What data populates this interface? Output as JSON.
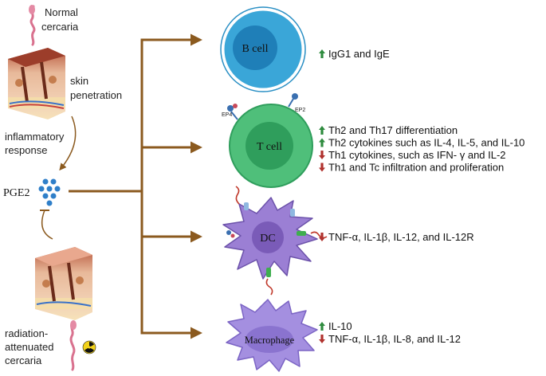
{
  "left": {
    "normal_label_1": "Normal",
    "normal_label_2": "cercaria",
    "skin_label_1": "skin",
    "skin_label_2": "penetration",
    "inflam_label_1": "inflammatory",
    "inflam_label_2": "response",
    "pge2_label": "PGE2",
    "rad_label_1": "radiation-",
    "rad_label_2": "attenuated",
    "rad_label_3": "cercaria"
  },
  "cells": {
    "b": {
      "label": "B cell",
      "effects": [
        {
          "dir": "up",
          "text": "IgG1 and IgE"
        }
      ]
    },
    "t": {
      "label": "T cell",
      "receptor_left": "EP4",
      "receptor_right": "EP2",
      "effects": [
        {
          "dir": "up",
          "text": "Th2 and Th17 differentiation"
        },
        {
          "dir": "up",
          "text": "Th2 cytokines such as IL-4, IL-5, and IL-10"
        },
        {
          "dir": "down",
          "text": "Th1 cytokines, such as IFN- γ and IL-2"
        },
        {
          "dir": "down",
          "text": "Th1 and Tc infiltration and proliferation"
        }
      ]
    },
    "dc": {
      "label": "DC",
      "effects": [
        {
          "dir": "down",
          "text": "TNF-α, IL-1β, IL-12, and IL-12R"
        }
      ]
    },
    "mac": {
      "label": "Macrophage",
      "effects": [
        {
          "dir": "up",
          "text": "IL-10"
        },
        {
          "dir": "down",
          "text": "TNF-α, IL-1β, IL-8, and IL-12"
        }
      ]
    }
  },
  "colors": {
    "arrow": "#8b5a1f",
    "up": "#2e8b3e",
    "down": "#b0322e",
    "b_outer": "#3aa6d8",
    "b_inner": "#1f7fb8",
    "t_outer": "#4fbf7a",
    "t_inner": "#2f9e5c",
    "dc": "#9b7fd4",
    "dc_nucleus": "#7a5bb8",
    "mac": "#a48fe0",
    "mac_nucleus": "#8a73cf",
    "cercaria": "#d9728f",
    "pge2": "#2f7fc9"
  },
  "icons": {
    "cercaria": "cercaria-icon",
    "skin": "skin-tissue-icon",
    "pge2": "molecule-cluster-icon",
    "radiation": "radiation-icon",
    "up": "up-arrow-icon",
    "down": "down-arrow-icon"
  }
}
